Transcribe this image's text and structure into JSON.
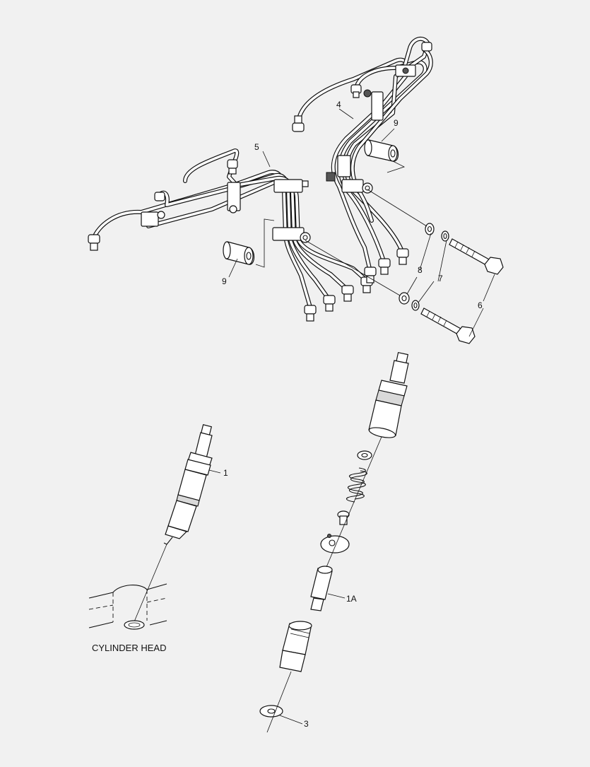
{
  "callouts": {
    "c1": "1",
    "c1a": "1A",
    "c3": "3",
    "c4": "4",
    "c5": "5",
    "c6": "6",
    "c7": "7",
    "c8": "8",
    "c9a": "9",
    "c9b": "9"
  },
  "caption": {
    "cylinder_head": "CYLINDER HEAD"
  },
  "colors": {
    "background": "#f1f1f1",
    "line": "#111111"
  }
}
